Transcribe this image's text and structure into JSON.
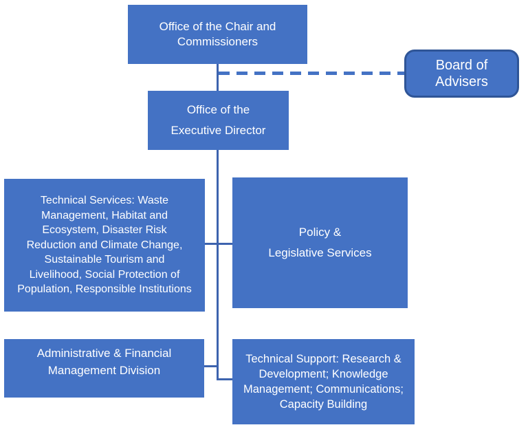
{
  "diagram": {
    "type": "organizational-chart",
    "colors": {
      "box_fill": "#4472C4",
      "box_text": "#FFFFFF",
      "advisers_border": "#2F5597",
      "connector": "#3D63AE",
      "dashed_connector": "#4472C4",
      "background": "#FFFFFF"
    },
    "nodes": {
      "chair": {
        "label": "Office of the Chair and\nCommissioners"
      },
      "advisers": {
        "label": "Board of\nAdvisers"
      },
      "director": {
        "label": "Office of the\nExecutive Director"
      },
      "technical_services": {
        "label": "Technical Services: Waste\nManagement, Habitat and\nEcosystem, Disaster Risk\nReduction and Climate Change,\nSustainable Tourism and\nLivelihood, Social Protection of\nPopulation, Responsible Institutions"
      },
      "policy": {
        "label": "Policy &\nLegislative Services"
      },
      "admin": {
        "label": "Administrative & Financial\nManagement Division"
      },
      "tech_support": {
        "label": "Technical Support: Research &\nDevelopment; Knowledge\nManagement; Communications;\nCapacity Building"
      }
    },
    "connections": [
      {
        "from": "chair",
        "to": "director",
        "style": "solid"
      },
      {
        "from": "chair",
        "to": "advisers",
        "style": "dashed"
      },
      {
        "from": "director",
        "to": "technical_services",
        "style": "solid-elbow"
      },
      {
        "from": "director",
        "to": "policy",
        "style": "solid-elbow"
      },
      {
        "from": "director",
        "to": "admin",
        "style": "solid-elbow"
      },
      {
        "from": "director",
        "to": "tech_support",
        "style": "solid-elbow"
      }
    ]
  }
}
